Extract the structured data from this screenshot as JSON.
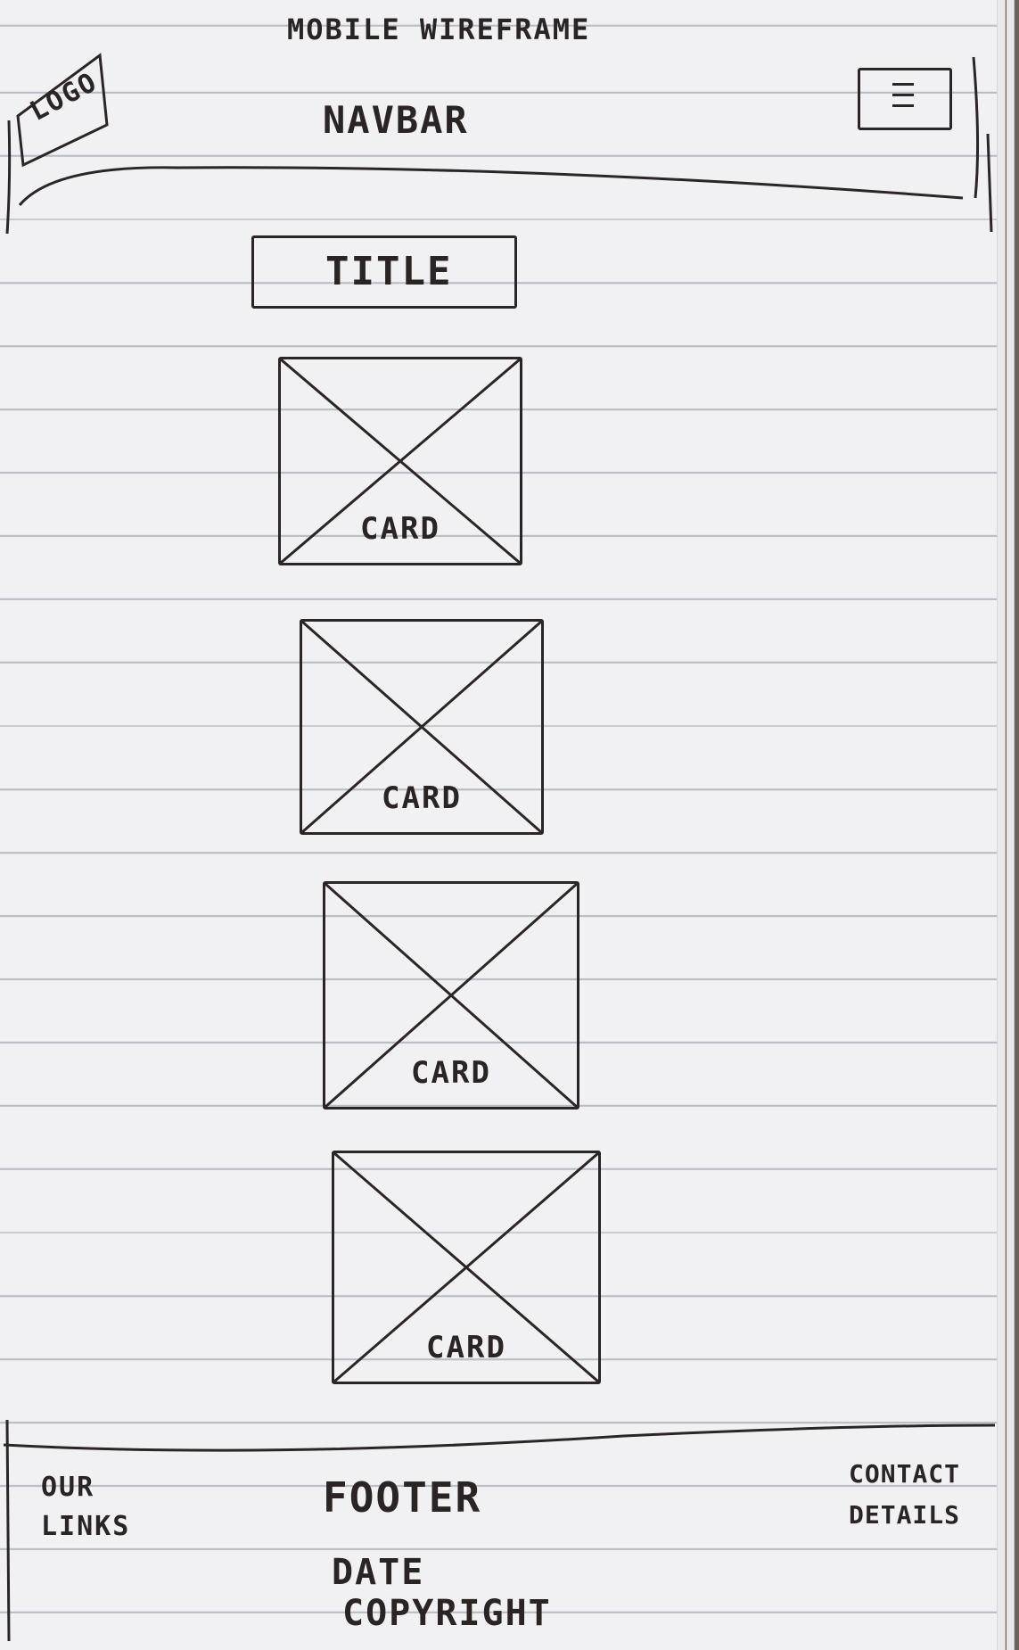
{
  "diagram": {
    "heading": "MOBILE WIREFRAME",
    "navbar": {
      "logo": "LOGO",
      "label": "NAVBAR",
      "menu_icon": "hamburger-icon"
    },
    "title": "TITLE",
    "cards": [
      {
        "label": "CARD"
      },
      {
        "label": "CARD"
      },
      {
        "label": "CARD"
      },
      {
        "label": "CARD"
      }
    ],
    "footer": {
      "links": "OUR LINKS",
      "label": "FOOTER",
      "date": "DATE",
      "copyright": "COPYRIGHT",
      "contact": "CONTACT DETAILS"
    }
  },
  "colors": {
    "ink": "#2c2526",
    "paper": "#f1f1f3",
    "rule_lines": "#b9bcc4"
  }
}
